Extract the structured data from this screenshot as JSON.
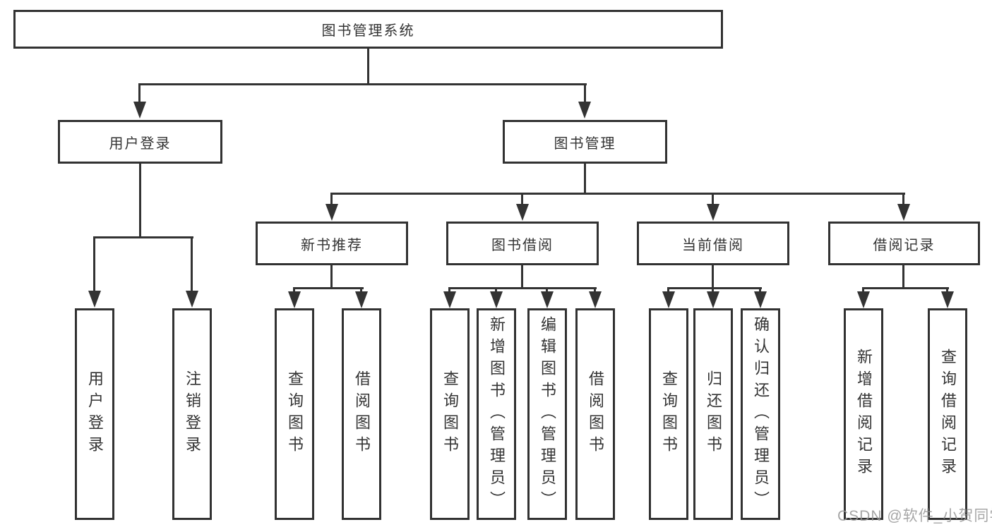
{
  "diagram": {
    "type": "hierarchy-flowchart",
    "root": {
      "label": "图书管理系统",
      "children": [
        {
          "label": "用户登录",
          "children": [
            {
              "label": "用户登录"
            },
            {
              "label": "注销登录"
            }
          ]
        },
        {
          "label": "图书管理",
          "children": [
            {
              "label": "新书推荐",
              "children": [
                {
                  "label": "查询图书"
                },
                {
                  "label": "借阅图书"
                }
              ]
            },
            {
              "label": "图书借阅",
              "children": [
                {
                  "label": "查询图书"
                },
                {
                  "label": "新增图书（管理员）"
                },
                {
                  "label": "编辑图书（管理员）"
                },
                {
                  "label": "借阅图书"
                }
              ]
            },
            {
              "label": "当前借阅",
              "children": [
                {
                  "label": "查询图书"
                },
                {
                  "label": "归还图书"
                },
                {
                  "label": "确认归还（管理员）"
                }
              ]
            },
            {
              "label": "借阅记录",
              "children": [
                {
                  "label": "新增借阅记录"
                },
                {
                  "label": "查询借阅记录"
                }
              ]
            }
          ]
        }
      ]
    }
  },
  "watermark": {
    "text": "CSDN @软件_小贺同学"
  },
  "colors": {
    "background": "#ffffff",
    "line": "#333333",
    "box_border": "#323232",
    "text": "#333333",
    "watermark": "#969696"
  }
}
